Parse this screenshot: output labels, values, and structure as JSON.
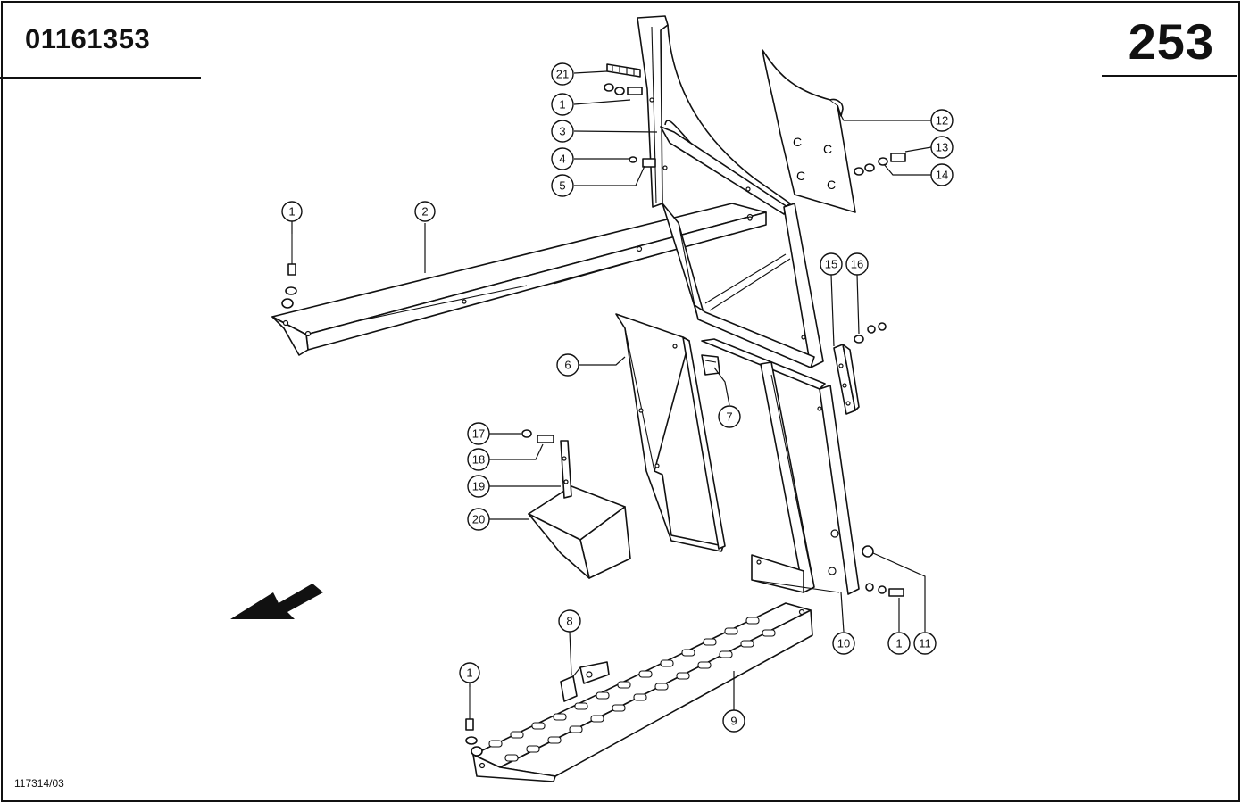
{
  "header": {
    "document_number": "01161353",
    "page_number": "253"
  },
  "footer": {
    "drawing_reference": "117314/03"
  },
  "callouts": [
    {
      "id": "c1a",
      "label": "1"
    },
    {
      "id": "c2",
      "label": "2"
    },
    {
      "id": "c21",
      "label": "21"
    },
    {
      "id": "c1b",
      "label": "1"
    },
    {
      "id": "c3",
      "label": "3"
    },
    {
      "id": "c4",
      "label": "4"
    },
    {
      "id": "c5",
      "label": "5"
    },
    {
      "id": "c12",
      "label": "12"
    },
    {
      "id": "c13",
      "label": "13"
    },
    {
      "id": "c14",
      "label": "14"
    },
    {
      "id": "c15",
      "label": "15"
    },
    {
      "id": "c16",
      "label": "16"
    },
    {
      "id": "c6",
      "label": "6"
    },
    {
      "id": "c7",
      "label": "7"
    },
    {
      "id": "c17",
      "label": "17"
    },
    {
      "id": "c18",
      "label": "18"
    },
    {
      "id": "c19",
      "label": "19"
    },
    {
      "id": "c20",
      "label": "20"
    },
    {
      "id": "c8",
      "label": "8"
    },
    {
      "id": "c1c",
      "label": "1"
    },
    {
      "id": "c9",
      "label": "9"
    },
    {
      "id": "c10",
      "label": "10"
    },
    {
      "id": "c1d",
      "label": "1"
    },
    {
      "id": "c11",
      "label": "11"
    }
  ]
}
